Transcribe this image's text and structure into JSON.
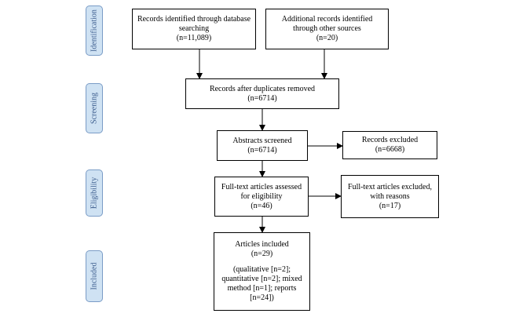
{
  "phases": {
    "identification": "Identification",
    "screening": "Screening",
    "eligibility": "Eligibility",
    "included": "Included"
  },
  "boxes": {
    "database": {
      "line1": "Records identified through database",
      "line2": "searching",
      "count": "(n=11,089)"
    },
    "other_sources": {
      "line1": "Additional records identified",
      "line2": "through other sources",
      "count": "(n=20)"
    },
    "duplicates_removed": {
      "line1": "Records after duplicates removed",
      "count": "(n=6714)"
    },
    "abstracts_screened": {
      "line1": "Abstracts screened",
      "count": "(n=6714)"
    },
    "records_excluded": {
      "line1": "Records excluded",
      "count": "(n=6668)"
    },
    "fulltext_assessed": {
      "line1": "Full-text articles assessed",
      "line2": "for eligibility",
      "count": "(n=46)"
    },
    "fulltext_excluded": {
      "line1": "Full-text articles excluded,",
      "line2": "with reasons",
      "count": "(n=17)"
    },
    "included": {
      "line1": "Articles included",
      "count": "(n=29)",
      "detail": [
        "(qualitative [n=2];",
        "quantitative [n=2]; mixed",
        "method [n=1]; reports",
        "[n=24])"
      ]
    }
  }
}
